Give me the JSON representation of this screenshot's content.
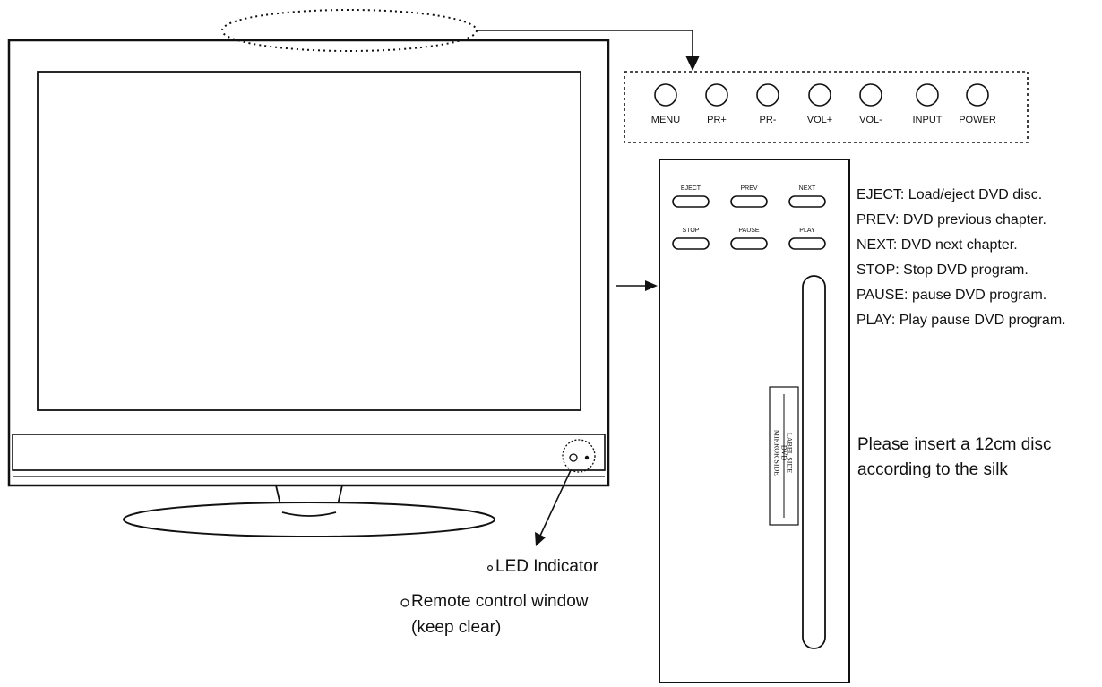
{
  "top_panel": {
    "buttons": [
      "MENU",
      "PR+",
      "PR-",
      "VOL+",
      "VOL-",
      "INPUT",
      "POWER"
    ]
  },
  "dvd_panel": {
    "buttons_row1": [
      "EJECT",
      "PREV",
      "NEXT"
    ],
    "buttons_row2": [
      "STOP",
      "PAUSE",
      "PLAY"
    ],
    "slot_silk": [
      "LABEL SIDE",
      "DVD",
      "MIRROR SIDE"
    ]
  },
  "descriptions": [
    "EJECT: Load/eject DVD disc.",
    "PREV: DVD previous chapter.",
    "NEXT: DVD next chapter.",
    "STOP: Stop DVD program.",
    "PAUSE: pause DVD program.",
    "PLAY: Play pause DVD program."
  ],
  "disc_note": {
    "line1": "Please insert a 12cm disc",
    "line2": "according to the silk"
  },
  "callouts": {
    "led": "LED Indicator",
    "remote_line1": "Remote  control  window",
    "remote_line2": "(keep clear)"
  }
}
